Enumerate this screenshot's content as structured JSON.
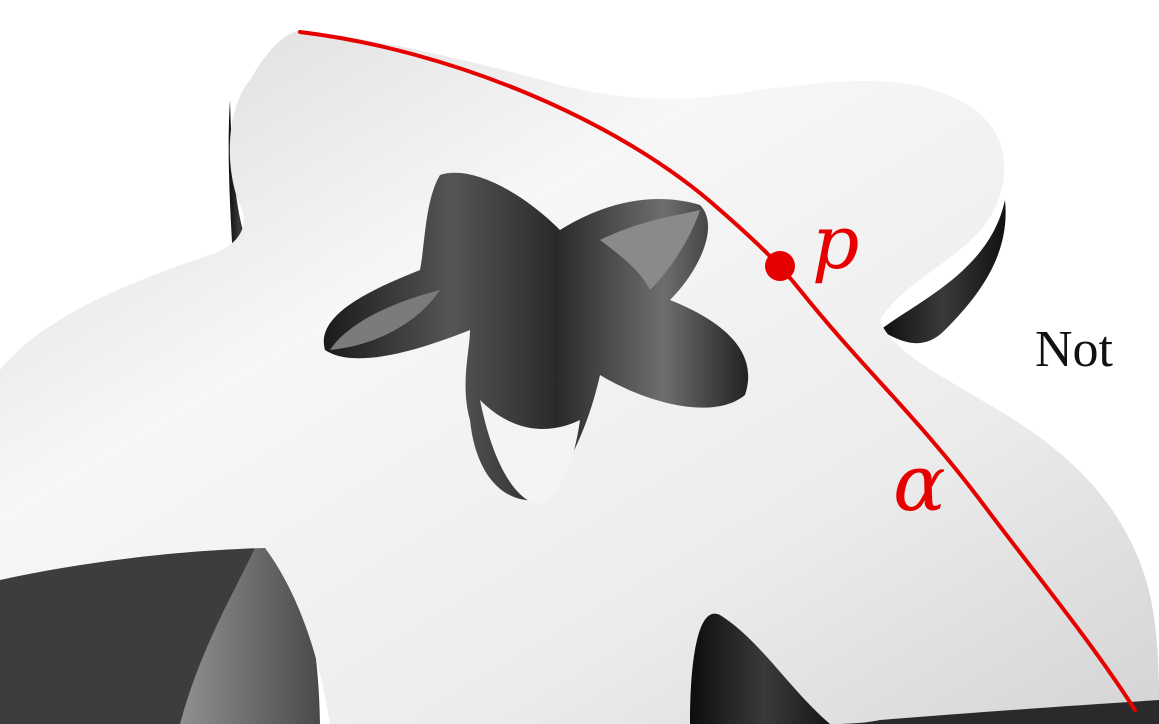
{
  "figure": {
    "point_label": "p",
    "curve_label": "α",
    "side_text": "Not",
    "curve_color": "#e60000",
    "point_color": "#e60000",
    "label_color": "#e60000",
    "surface_light": "#f2f2f2",
    "surface_dark": "#1a1a1a",
    "text_color": "#111111"
  }
}
